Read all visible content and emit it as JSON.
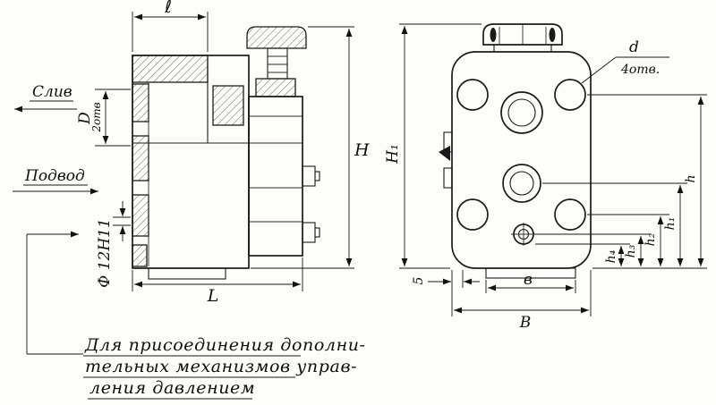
{
  "page": {
    "background": "#fdfdfb",
    "ink": "#1b1b1b"
  },
  "left_view": {
    "labels": {
      "drain": "Слив",
      "supply": "Подвод"
    },
    "dims": {
      "l": "ℓ",
      "H": "H",
      "L": "L",
      "D": "D",
      "D_holes": "2отв",
      "bore": "Ф 12Н11"
    }
  },
  "right_view": {
    "dims": {
      "H1": "H₁",
      "d": "d",
      "d_holes": "4отв.",
      "h": "h",
      "h1": "h₁",
      "h2": "h₂",
      "h3": "h₃",
      "h4": "h₄",
      "five": "5",
      "b_lower": "в",
      "B_upper": "В"
    }
  },
  "note": {
    "line1": "Для присоединения дополни-",
    "line2": "тельных механизмов управ-",
    "line3": "ления давлением"
  }
}
